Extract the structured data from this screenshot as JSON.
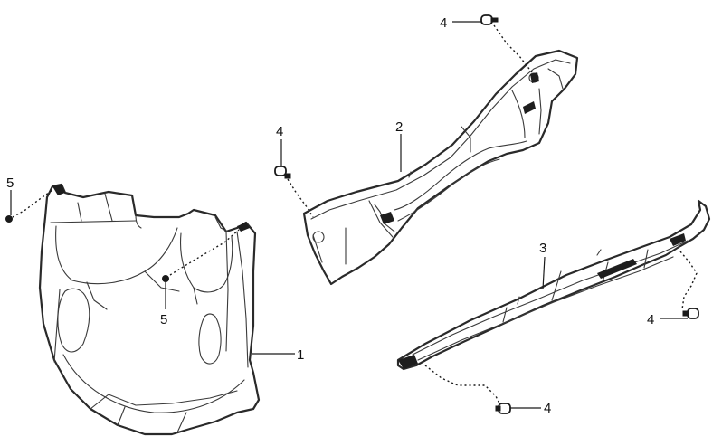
{
  "callouts": {
    "part_1": "1",
    "part_2": "2",
    "part_3": "3",
    "screw_4a": "4",
    "screw_4b": "4",
    "screw_4c": "4",
    "screw_4d": "4",
    "screw_5a": "5",
    "screw_5b": "5"
  }
}
